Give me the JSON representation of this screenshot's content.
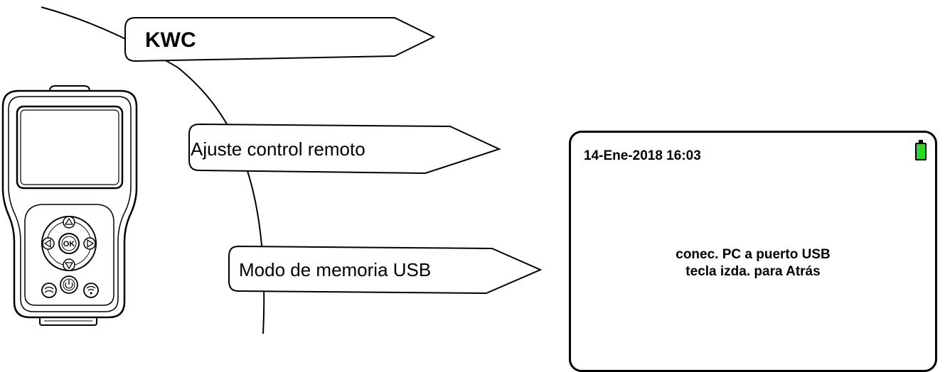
{
  "menu": {
    "brand_label": "KWC",
    "item_remote": "Ajuste control remoto",
    "item_usb": "Modo de memoria USB"
  },
  "device": {
    "ok_label": "OK"
  },
  "screen": {
    "datetime": "14-Ene-2018 16:03",
    "message_line1": "conec. PC a puerto USB",
    "message_line2": "tecla izda. para Atrás",
    "battery_color": "#22dd22"
  },
  "icons": [
    "battery-icon",
    "arrow-up-icon",
    "arrow-down-icon",
    "arrow-left-icon",
    "arrow-right-icon",
    "power-icon",
    "left-soft-key-icon",
    "right-soft-key-icon"
  ]
}
